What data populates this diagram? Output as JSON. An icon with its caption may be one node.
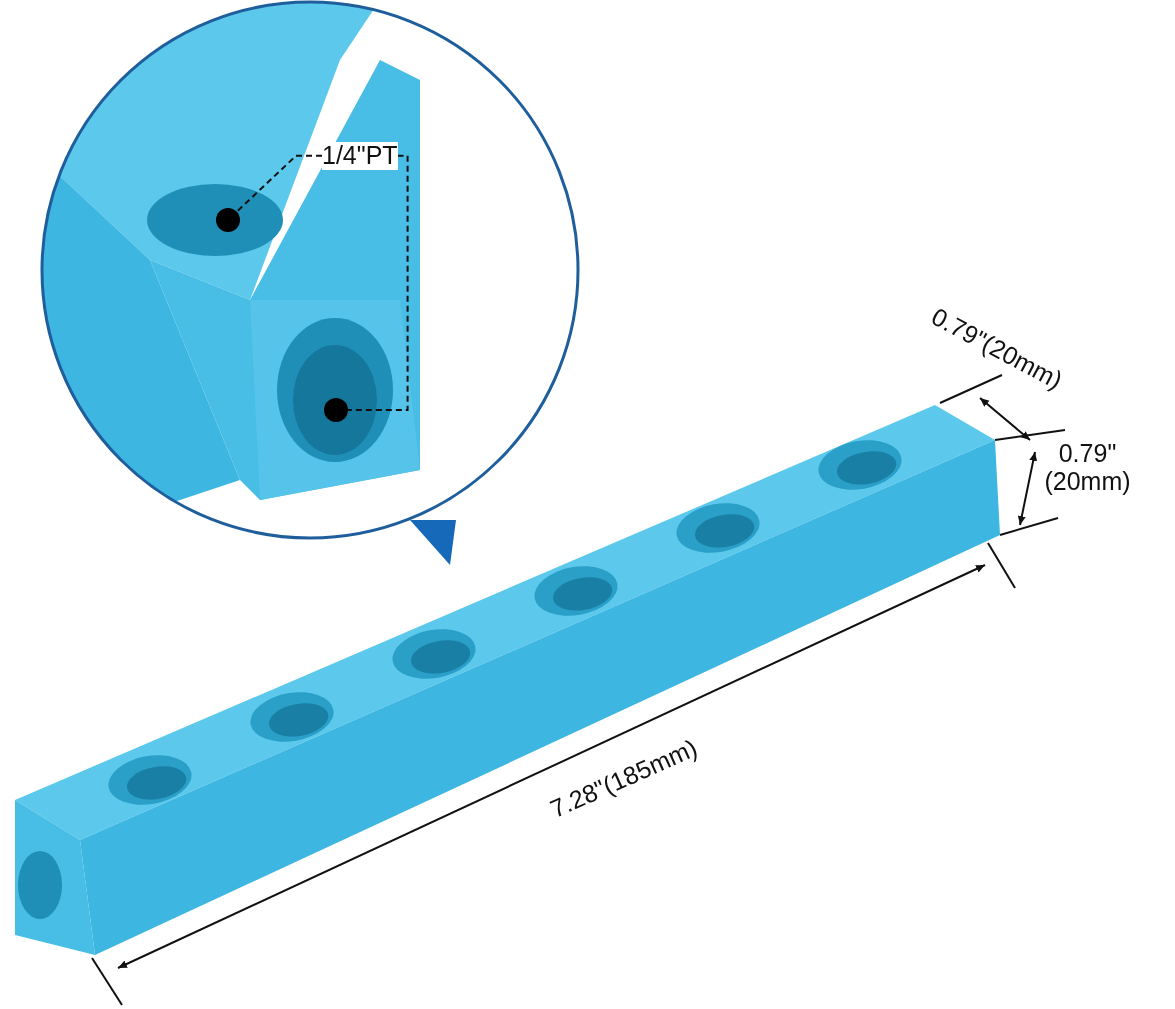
{
  "diagram": {
    "nodes": [
      {
        "text": [
          "1/4\"PT"
        ]
      },
      {
        "text": [],
        "shape": "circle"
      },
      {
        "text": [],
        "shape": "circle"
      }
    ],
    "edges": [
      {
        "from": 0,
        "to": 1,
        "arrow": "none",
        "style": "dashed"
      },
      {
        "from": 0,
        "to": 2,
        "arrow": "none",
        "style": "dashed"
      }
    ],
    "labels": [
      "0.79\"(20mm)",
      "0.79\" (20mm)",
      "7.28\"(185mm)"
    ]
  }
}
